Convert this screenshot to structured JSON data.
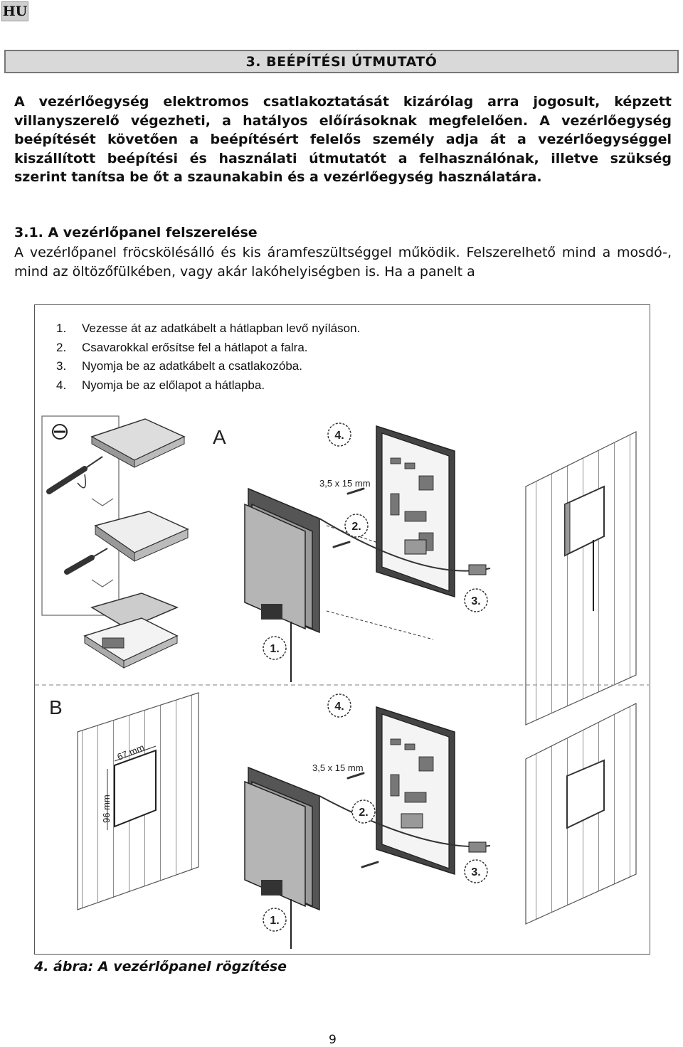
{
  "header": {
    "lang": "HU"
  },
  "section": {
    "title": "3. BEÉPÍTÉSI ÚTMUTATÓ"
  },
  "intro": "A vezérlőegység elektromos csatlakoztatását kizárólag arra jogosult, képzett villanyszerelő végezheti, a hatályos előírásoknak megfelelően. A vezérlőegység beépítését követően a beépítésért felelős személy adja át a vezérlőegységgel kiszállított beépítési és használati útmutatót a felhasználónak, illetve szükség szerint tanítsa be őt a szaunakabin és a vezérlőegység használatára.",
  "subsection": {
    "heading": "3.1. A vezérlőpanel felszerelése",
    "body": "A vezérlőpanel fröcskölésálló és kis áramfeszültséggel működik. Felszerelhető mind a mosdó-, mind az öltözőfülkében, vagy akár lakóhelyiségben is. Ha a panelt a"
  },
  "figure": {
    "steps": [
      {
        "num": "1.",
        "text": "Vezesse át az adatkábelt a hátlapban levő nyíláson."
      },
      {
        "num": "2.",
        "text": "Csavarokkal erősítse fel a hátlapot a falra."
      },
      {
        "num": "3.",
        "text": "Nyomja be az adatkábelt a csatlakozóba."
      },
      {
        "num": "4.",
        "text": "Nyomja be az előlapot a hátlapba."
      }
    ],
    "label_a": "A",
    "label_b": "B",
    "screw_a": "3,5 x 15 mm",
    "screw_b": "3,5 x 15 mm",
    "dim_width": "67 mm",
    "dim_height": "96 mm",
    "callouts": [
      "1.",
      "2.",
      "3.",
      "4."
    ]
  },
  "caption": "4. ábra: A vezérlőpanel rögzítése",
  "page_number": "9"
}
